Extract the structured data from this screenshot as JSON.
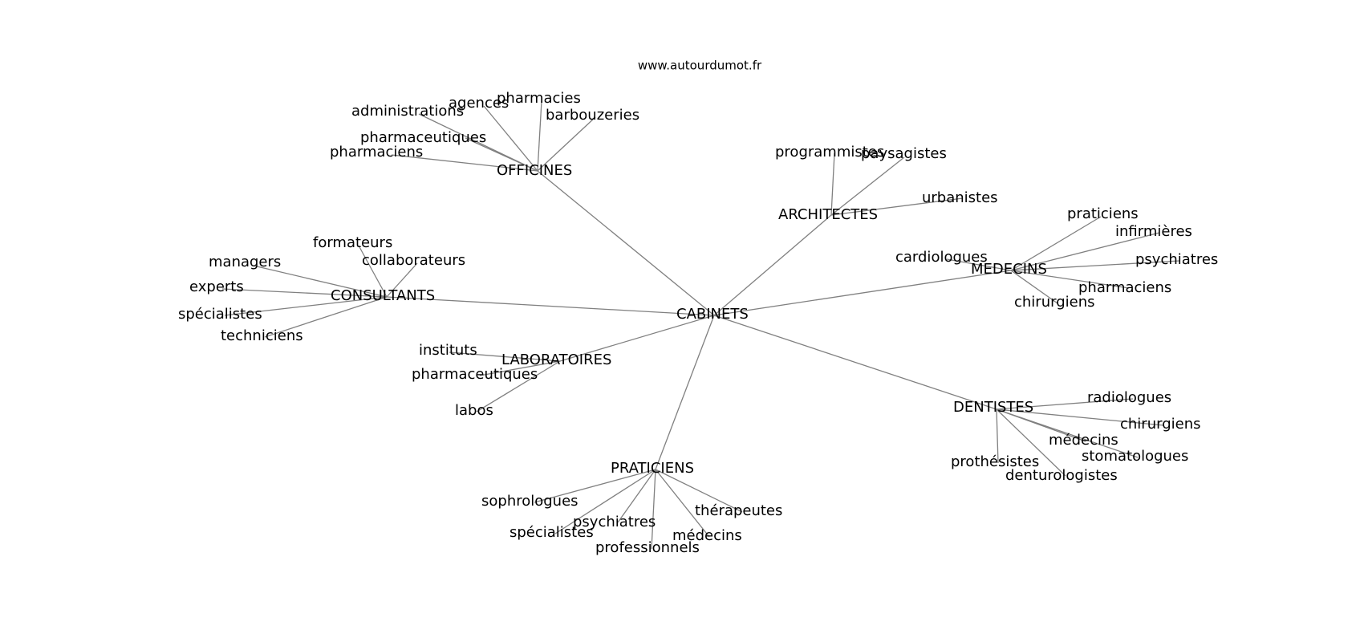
{
  "header": {
    "site": "www.autourdumot.fr"
  },
  "graph": {
    "center": "CABINETS",
    "groups": [
      {
        "hub": "OFFICINES",
        "words": [
          "administrations",
          "agences",
          "pharmacies",
          "barbouzeries",
          "pharmaceutiques",
          "pharmaciens"
        ]
      },
      {
        "hub": "ARCHITECTES",
        "words": [
          "programmistes",
          "paysagistes",
          "urbanistes"
        ]
      },
      {
        "hub": "MEDECINS",
        "words": [
          "praticiens",
          "infirmières",
          "cardiologues",
          "psychiatres",
          "pharmaciens",
          "chirurgiens"
        ]
      },
      {
        "hub": "CONSULTANTS",
        "words": [
          "formateurs",
          "managers",
          "collaborateurs",
          "experts",
          "spécialistes",
          "techniciens"
        ]
      },
      {
        "hub": "LABORATOIRES",
        "words": [
          "instituts",
          "pharmaceutiques",
          "labos"
        ]
      },
      {
        "hub": "DENTISTES",
        "words": [
          "radiologues",
          "chirurgiens",
          "médecins",
          "stomatologues",
          "prothésistes",
          "denturologistes"
        ]
      },
      {
        "hub": "PRATICIENS",
        "words": [
          "sophrologues",
          "thérapeutes",
          "psychiatres",
          "spécialistes",
          "médecins",
          "professionnels"
        ]
      }
    ]
  }
}
